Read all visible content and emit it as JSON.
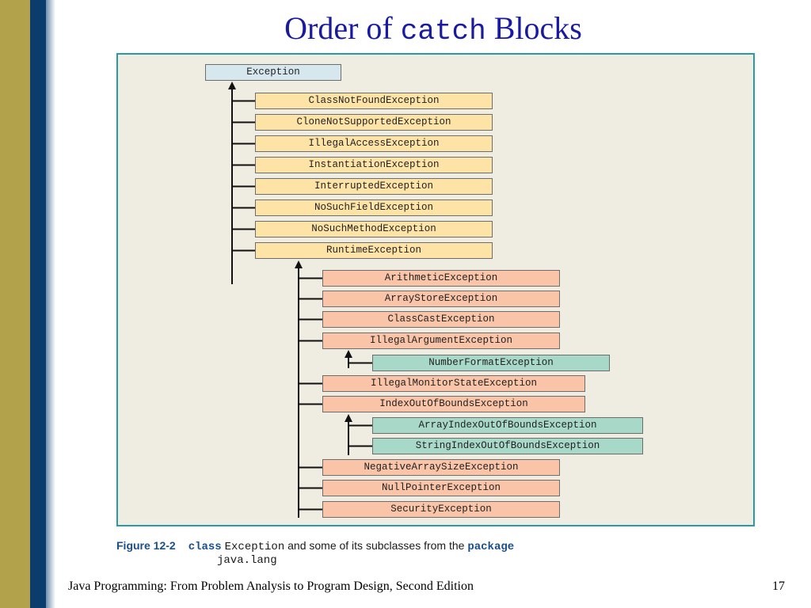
{
  "slide": {
    "title_prefix": "Order of ",
    "title_code": "catch",
    "title_suffix": " Blocks",
    "footer": "Java Programming: From Problem Analysis to Program Design, Second Edition",
    "page_number": "17"
  },
  "diagram": {
    "root": "Exception",
    "level1": [
      "ClassNotFoundException",
      "CloneNotSupportedException",
      "IllegalAccessException",
      "InstantiationException",
      "InterruptedException",
      "NoSuchFieldException",
      "NoSuchMethodException",
      "RuntimeException"
    ],
    "runtime_children": [
      "ArithmeticException",
      "ArrayStoreException",
      "ClassCastException",
      "IllegalArgumentException",
      "IllegalMonitorStateException",
      "IndexOutOfBoundsException",
      "NegativeArraySizeException",
      "NullPointerException",
      "SecurityException"
    ],
    "illegal_argument_children": [
      "NumberFormatException"
    ],
    "index_out_of_bounds_children": [
      "ArrayIndexOutOfBoundsException",
      "StringIndexOutOfBoundsException"
    ],
    "colors": {
      "root": "#d6e8ee",
      "level1": "#fde3a6",
      "level2": "#f9c4a8",
      "level3": "#a7d8c8",
      "panel_border": "#2a9aa6"
    }
  },
  "caption": {
    "label": "Figure 12-2",
    "keyword_class": "class",
    "code_exception": "Exception",
    "text_middle": " and some of its subclasses from the ",
    "keyword_package": "package",
    "code_package": "java.lang"
  }
}
